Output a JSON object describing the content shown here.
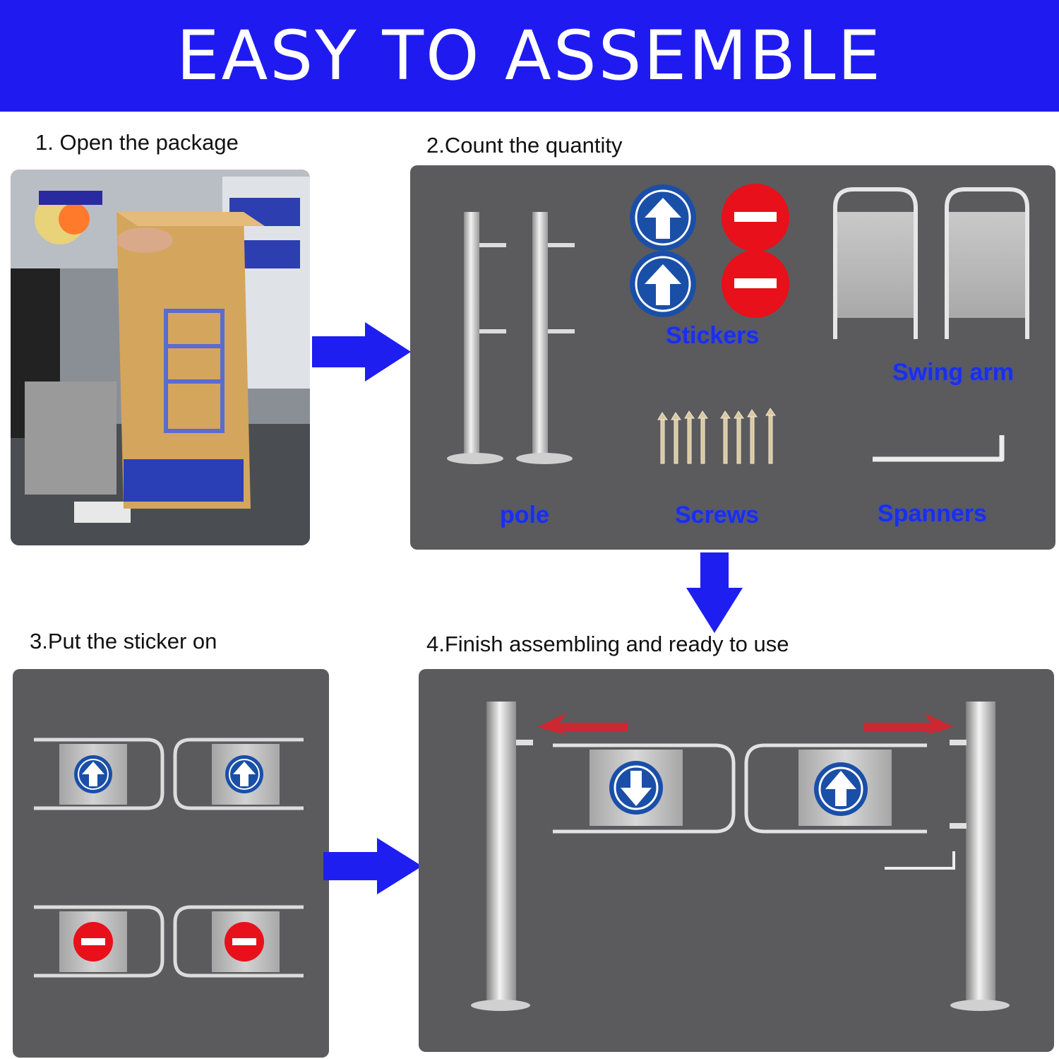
{
  "banner": {
    "title": "EASY TO ASSEMBLE"
  },
  "steps": {
    "step1": "1. Open the package",
    "step2": "2.Count the quantity",
    "step3": "3.Put the sticker on",
    "step4": "4.Finish assembling and ready to use"
  },
  "parts": {
    "stickers": "Stickers",
    "swing_arm": "Swing arm",
    "pole": "pole",
    "screws": "Screws",
    "spanners": "Spanners"
  },
  "colors": {
    "banner": "#1f1bf0",
    "arrow": "#1e1ef0",
    "panel": "#5b5b5d",
    "sticker_blue": "#1a4fa8",
    "sticker_red": "#e8101a",
    "label_blue": "#1a2fe8"
  },
  "icons": [
    "up-arrow-sticker-icon",
    "no-entry-sticker-icon",
    "flow-arrow-icon"
  ]
}
